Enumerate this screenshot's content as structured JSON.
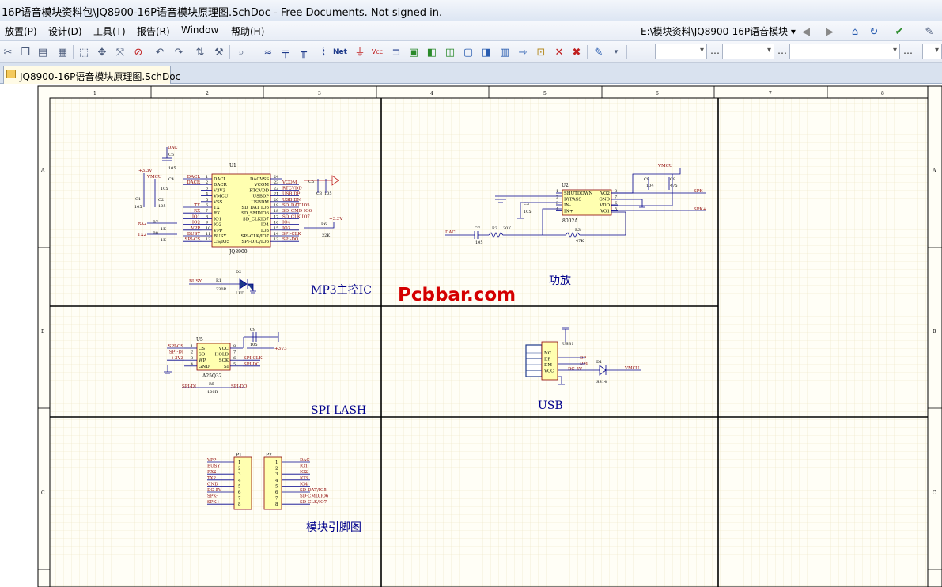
{
  "window": {
    "title": "16P语音模块资料包\\JQ8900-16P语音模块原理图.SchDoc - Free Documents. Not signed in."
  },
  "menu": {
    "items": [
      "放置(P)",
      "设计(D)",
      "工具(T)",
      "报告(R)",
      "Window",
      "帮助(H)"
    ]
  },
  "toolbar": {
    "path": "E:\\模块资料\\JQ8900-16P语音模块"
  },
  "document": {
    "tab_label": "JQ8900-16P语音模块原理图.SchDoc"
  },
  "sheet": {
    "col_labels": [
      "1",
      "2",
      "3",
      "4",
      "5",
      "6",
      "7",
      "8"
    ],
    "row_labels": [
      "A",
      "B",
      "C"
    ],
    "watermark": "Pcbbar.com",
    "section_titles": {
      "mp3": "MP3主控IC",
      "amp": "功放",
      "spi": "SPI LASH",
      "usb": "USB",
      "pins": "模块引脚图"
    }
  },
  "u1": {
    "ref": "U1",
    "part": "JQ8900",
    "left_pins": [
      "DACL",
      "DACR",
      "V3V3",
      "VMCU",
      "VSS",
      "TX",
      "RX",
      "IO1",
      "IO2",
      "VPP",
      "BUSY",
      "CS/IO5"
    ],
    "left_nums": [
      "1",
      "2",
      "3",
      "4",
      "5",
      "6",
      "7",
      "8",
      "9",
      "10",
      "11",
      "12"
    ],
    "right_pins": [
      "DACVSS",
      "VCOM",
      "RTCVDD",
      "USBDP",
      "USBDM",
      "SD_DAT IO5",
      "SD_SMDIO6",
      "SD_CLKIO7",
      "IO4",
      "IO3",
      "SPI-CLK/IO7",
      "SPI-DIO/IO6"
    ],
    "right_nums": [
      "24",
      "23",
      "22",
      "21",
      "20",
      "19",
      "18",
      "17",
      "16",
      "15",
      "14",
      "13"
    ],
    "left_nets": [
      "DACL",
      "DACR",
      "",
      "",
      "",
      "TX",
      "RX",
      "IO1",
      "IO2",
      "VPP",
      "BUSY",
      "SPI-CS"
    ],
    "right_nets": [
      "",
      "VCOM",
      "RTCVDD",
      "USB DP",
      "USB DM",
      "SD_DAT IO5",
      "SD_CMD IO6",
      "SD_CLK IO7",
      "IO4",
      "IO3",
      "SPI-CLK",
      "SPI-DO"
    ],
    "c6": "C6",
    "c6_val": "105",
    "dac": "DAC",
    "v33": "+3.3V",
    "vmcu": "VMCU",
    "c4": "C4",
    "c4_val": "105",
    "c1": "C1",
    "c1_val": "105",
    "c2": "C2",
    "c2_val": "105",
    "rx2": "RX2",
    "tx2": "TX2",
    "r7": "R7",
    "r8": "R8",
    "r7_val": "1K",
    "r8_val": "1K",
    "r6": "R6",
    "r6_val": "22K",
    "v33b": "+3.3V",
    "c5": "C5",
    "c5_val": "105",
    "c3": "C3",
    "led_busy": "BUSY",
    "r1": "R1",
    "r1_val": "330R",
    "d2": "D2",
    "led": "LED"
  },
  "amp": {
    "ref": "U2",
    "part": "8002A",
    "left_pins": [
      "SHUTDOWN",
      "BYPASS",
      "IN-",
      "IN+"
    ],
    "left_nums": [
      "1",
      "2",
      "3",
      "4"
    ],
    "right_pins": [
      "VO2",
      "GND",
      "VDD",
      "VO1"
    ],
    "right_nums": [
      "8",
      "7",
      "6",
      "5"
    ],
    "vmcu": "VMCU",
    "c8": "C8",
    "c8_val": "104",
    "c9": "C9",
    "c9_val": "475",
    "spk_neg": "SPK-",
    "spk_pos": "SPK+",
    "c3": "C3",
    "c3_val": "105",
    "dac": "DAC",
    "c7": "C7",
    "c7_val": "105",
    "r2": "R2",
    "r2_val": "20K",
    "r3": "R3",
    "r3_val": "47K"
  },
  "flash": {
    "ref": "U5",
    "part": "A25Q32",
    "left_pins": [
      "CS",
      "SO",
      "WP",
      "GND"
    ],
    "left_nums": [
      "1",
      "2",
      "3",
      "4"
    ],
    "right_pins": [
      "VCC",
      "HOLD",
      "SCK",
      "SI"
    ],
    "right_nums": [
      "8",
      "7",
      "6",
      "5"
    ],
    "left_nets": [
      "SPI-CS",
      "SPI-DI",
      "+3V3",
      ""
    ],
    "right_nets": [
      "",
      "",
      "SPI-CLK",
      "SPI-DO"
    ],
    "c9": "C9",
    "c9_val": "105",
    "v33": "+3V3",
    "r5": "R5",
    "r5_val": "100R",
    "r5_l": "SPI-DI",
    "r5_r": "SPI-DO"
  },
  "usb": {
    "ref": "USB1",
    "pins": [
      "NC",
      "DP",
      "DM",
      "VCC"
    ],
    "dp": "DP",
    "dm": "DM",
    "vcc": "DC-5V",
    "d1": "D1",
    "d1_part": "SS14",
    "vmcu": "VMCU"
  },
  "pins": {
    "p1": "P1",
    "p2": "P2",
    "p1_nets": [
      "VPP",
      "BUSY",
      "RX2",
      "TX2",
      "GND",
      "DC-5V",
      "SPK-",
      "SPK+"
    ],
    "p2_nets": [
      "DAC",
      "IO1",
      "IO2",
      "IO3",
      "IO4",
      "SD-DAT/IO5",
      "SD-CMD/IO6",
      "SD-CLK/IO7"
    ],
    "nums": [
      "1",
      "2",
      "3",
      "4",
      "5",
      "6",
      "7",
      "8"
    ]
  },
  "colors": {
    "frame": "#000000",
    "wire": "#00008b",
    "part_fill": "#ffffb0",
    "part_edge": "#8b0000",
    "net": "#8b0000",
    "watermark": "#d40000",
    "title": "#00008b"
  }
}
